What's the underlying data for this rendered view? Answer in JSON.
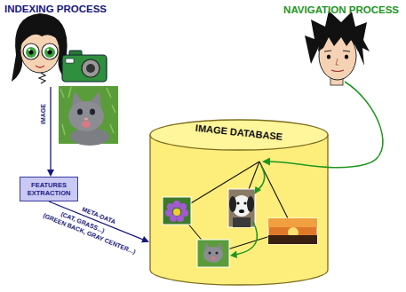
{
  "diagram": {
    "nodes": [
      {
        "text": [
          "FEATURES EXTRACTION"
        ]
      },
      {
        "text": [
          "IMAGE DATABASE"
        ]
      }
    ],
    "edges": [
      {
        "from": 0,
        "to": 1,
        "arrow": "to",
        "label": "META-DATA"
      }
    ],
    "labels": [
      "INDEXING PROCESS",
      "NAVIGATION PROCESS",
      "IMAGE",
      "(CAT, GRASS...)",
      "(GREEN BACK, GRAY CENTER...)"
    ]
  }
}
